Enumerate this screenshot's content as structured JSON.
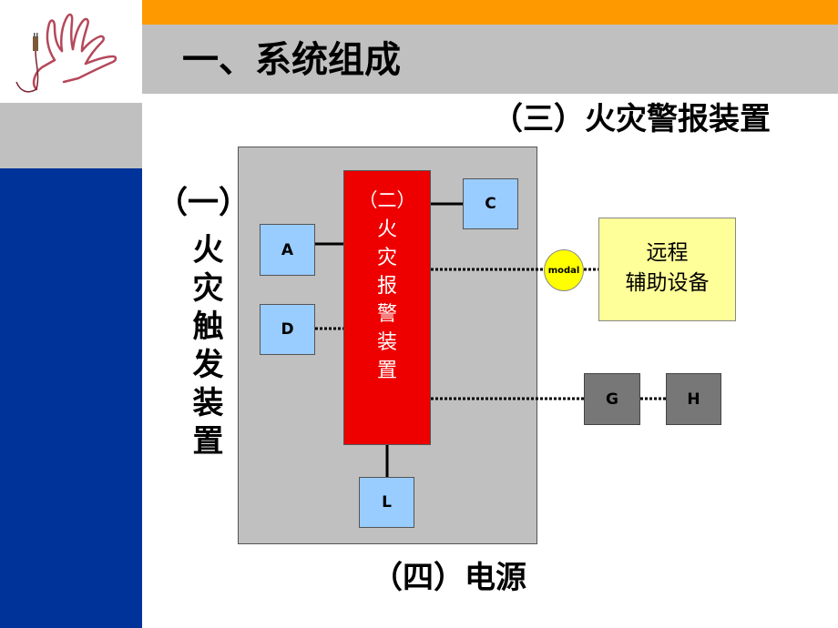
{
  "header": {
    "title": "一、系统组成"
  },
  "labels": {
    "alarm": "（三）火灾警报装置",
    "power": "（四）电源",
    "trigger_paren": "（一）",
    "trigger": "火灾触发装置"
  },
  "main_unit": {
    "paren": "（二）",
    "name": "火灾报警装置"
  },
  "boxes": {
    "a": "A",
    "c": "C",
    "d": "D",
    "l": "L",
    "g": "G",
    "h": "H"
  },
  "remote": {
    "line1": "远程",
    "line2": "辅助设备"
  },
  "modal_label": "modal",
  "colors": {
    "orange_bar": "#ff9900",
    "gray": "#c0c0c0",
    "blue": "#003399",
    "main_unit": "#ee0000",
    "device_box": "#99ccff",
    "remote_box": "#ffff99",
    "modal_circle": "#ffff00",
    "output_box": "#777777"
  },
  "logo": {
    "icon": "hand-plug-icon"
  }
}
